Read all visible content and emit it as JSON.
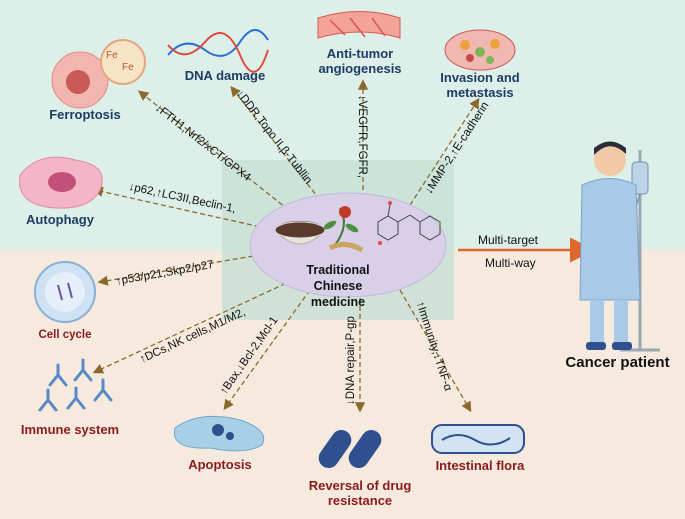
{
  "center": {
    "line1": "Traditional Chinese",
    "line2": "medicine"
  },
  "outcomes": {
    "ferroptosis": "Ferroptosis",
    "ferroptosis_ion": "Fe",
    "dna_damage": "DNA damage",
    "angiogenesis_1": "Anti-tumor",
    "angiogenesis_2": "angiogenesis",
    "invasion_1": "Invasion and",
    "invasion_2": "metastasis",
    "autophagy": "Autophagy",
    "cell_cycle": "Cell cycle",
    "immune": "Immune system",
    "apoptosis": "Apoptosis",
    "resistance_1": "Reversal of drug",
    "resistance_2": "resistance",
    "flora": "Intestinal flora"
  },
  "mechanisms": {
    "ferroptosis": "↓FTH1,Nrf2/xCT/GPX4",
    "dna_damage": "↓DDR,Topo II,β-Tubllin",
    "angiogenesis": "↓VEGFR,FGFR,",
    "invasion": "↓MMP-2,↑E-cadherin",
    "autophagy": "↓p62,↑LC3II,Beclin-1,",
    "cell_cycle": "↑p53/p21,Skp2/p27",
    "immune": "↑DCs,NK cells,M1/M2,",
    "apoptosis": "↑Bax,↓Bcl-2,Mcl-1",
    "resistance": "↓DNA repair,P-gp",
    "flora": "↑Immunity,↓TNF-α"
  },
  "target": {
    "multi_target": "Multi-target",
    "multi_way": "Multi-way",
    "patient": "Cancer patient"
  },
  "colors": {
    "arrow": "#8a6a2a",
    "title_blue": "#1f3b63",
    "title_red": "#8b1a1a",
    "ellipse": "#d9cfe8",
    "accent_arrow": "#e0672a"
  }
}
